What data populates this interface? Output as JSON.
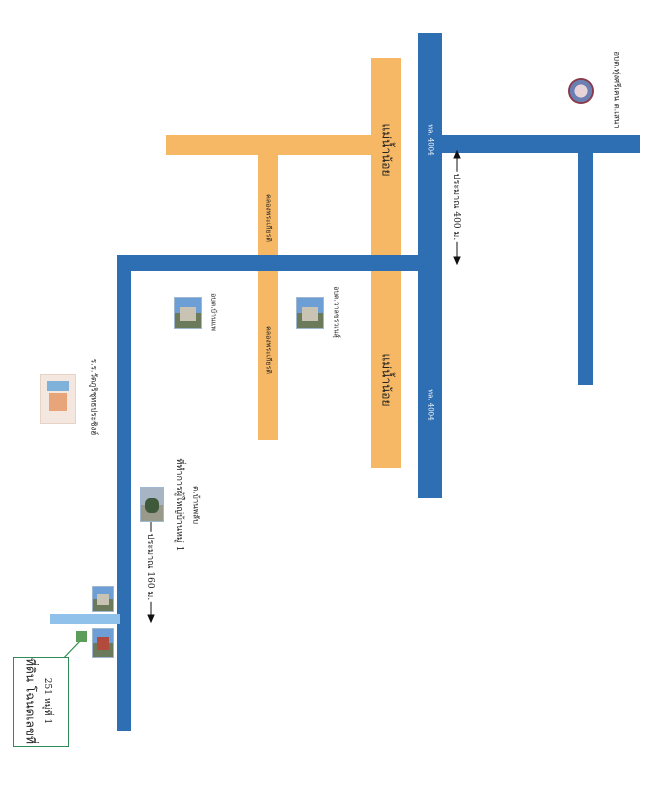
{
  "roads": {
    "hwy_4004_top": "ทล. 4004",
    "hwy_4004_bottom": "ทล. 4004",
    "mae_nam_noi_top": "แม่น้ำน้อย",
    "mae_nam_noi_bottom": "แม่น้ำน้อย",
    "khlong_top": "คลองพระเกียรติ",
    "khlong_bottom": "คลองพระเกียรติ"
  },
  "distances": {
    "d400": "ประมาณ 400 ม.",
    "d160": "ประมาณ 160 ม."
  },
  "places": {
    "school": "ร.ร.วัดภูริชุทธประชิงฮ์",
    "obt_top": "อบต.บ้านแพ",
    "obt_bottom": "อบต.วาลขรวเนสุ์",
    "office_line1": "ที่ทำการผู้ใหญ่บ้านหมู่ 1",
    "office_line2": "ต.บ้านพลับ",
    "district": "อบต.ทุ่งศรีเคน ต.เสนา",
    "destination_line1": "ที่ดิน โฉนดเลขที่",
    "destination_line2": "251 หมู่ที่ 1"
  },
  "icons": {
    "emblem": "district-emblem-icon",
    "school_logo": "school-logo-icon",
    "marker": "destination-marker-icon",
    "arrow": "double-arrow-icon"
  },
  "colors": {
    "blue_road": "#2e6fb4",
    "orange_road": "#f6b865",
    "light_blue_road": "#8fc1ea",
    "green_box": "#2e8b57",
    "marker_green": "#5a9e5a"
  }
}
